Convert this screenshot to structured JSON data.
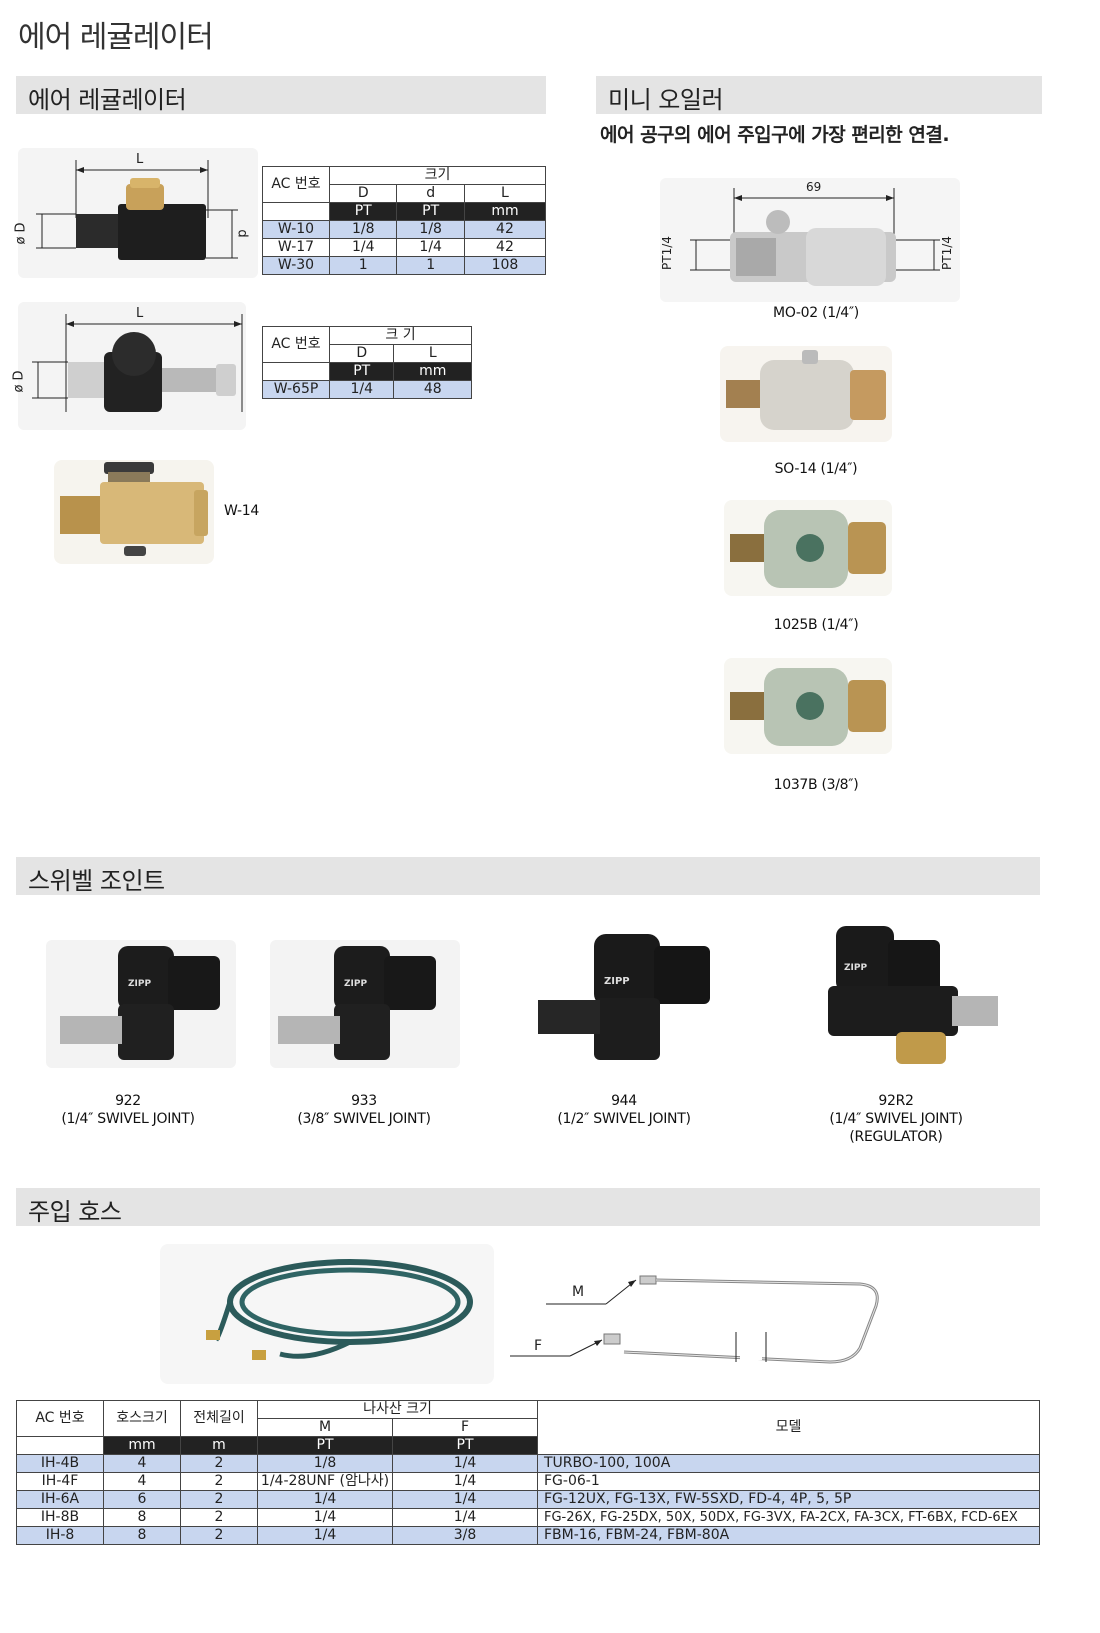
{
  "page_title": "에어 레귤레이터",
  "regulator": {
    "section_title": "에어 레귤레이터",
    "dim_L": "L",
    "dim_D": "ø D",
    "dim_d": "d",
    "table1": {
      "ac_header": "AC 번호",
      "size_header": "크기",
      "col_D": "D",
      "col_d": "d",
      "col_L": "L",
      "unit_D": "PT",
      "unit_d": "PT",
      "unit_L": "mm",
      "rows": [
        {
          "ac": "W-10",
          "D": "1/8",
          "d": "1/8",
          "L": "42"
        },
        {
          "ac": "W-17",
          "D": "1/4",
          "d": "1/4",
          "L": "42"
        },
        {
          "ac": "W-30",
          "D": "1",
          "d": "1",
          "L": "108"
        }
      ]
    },
    "table2": {
      "ac_header": "AC 번호",
      "size_header": "크 기",
      "col_D": "D",
      "col_L": "L",
      "unit_D": "PT",
      "unit_L": "mm",
      "rows": [
        {
          "ac": "W-65P",
          "D": "1/4",
          "L": "48"
        }
      ]
    },
    "w14_label": "W-14"
  },
  "oiler": {
    "section_title": "미니 오일러",
    "subtitle": "에어 공구의 에어 주입구에 가장 편리한 연결.",
    "dim_69": "69",
    "dim_pt": "PT1/4",
    "items": [
      {
        "label": "MO-02 (1/4″)"
      },
      {
        "label": "SO-14 (1/4″)"
      },
      {
        "label": "1025B (1/4″)"
      },
      {
        "label": "1037B (3/8″)"
      }
    ]
  },
  "swivel": {
    "section_title": "스위벨 조인트",
    "brand": "ZIPP",
    "items": [
      {
        "code": "922",
        "desc": "(1/4″ SWIVEL JOINT)",
        "extra": ""
      },
      {
        "code": "933",
        "desc": "(3/8″ SWIVEL JOINT)",
        "extra": ""
      },
      {
        "code": "944",
        "desc": "(1/2″ SWIVEL JOINT)",
        "extra": ""
      },
      {
        "code": "92R2",
        "desc": "(1/4″ SWIVEL JOINT)",
        "extra": "(REGULATOR)"
      }
    ]
  },
  "hose": {
    "section_title": "주입 호스",
    "label_M": "M",
    "label_F": "F",
    "table": {
      "ac_header": "AC 번호",
      "hose_size": "호스크기",
      "total_len": "전체길이",
      "thread_size": "나사산  크기",
      "col_M": "M",
      "col_F": "F",
      "model": "모델",
      "unit_hose": "mm",
      "unit_len": "m",
      "unit_M": "PT",
      "unit_F": "PT",
      "rows": [
        {
          "ac": "IH-4B",
          "hose": "4",
          "len": "2",
          "M": "1/8",
          "F": "1/4",
          "model": "TURBO-100, 100A"
        },
        {
          "ac": "IH-4F",
          "hose": "4",
          "len": "2",
          "M": "1/4-28UNF (암나사)",
          "F": "1/4",
          "model": "FG-06-1"
        },
        {
          "ac": "IH-6A",
          "hose": "6",
          "len": "2",
          "M": "1/4",
          "F": "1/4",
          "model": "FG-12UX, FG-13X, FW-5SXD, FD-4, 4P, 5, 5P"
        },
        {
          "ac": "IH-8B",
          "hose": "8",
          "len": "2",
          "M": "1/4",
          "F": "1/4",
          "model": "FG-26X, FG-25DX, 50X, 50DX, FG-3VX, FA-2CX, FA-3CX, FT-6BX, FCD-6EX"
        },
        {
          "ac": "IH-8",
          "hose": "8",
          "len": "2",
          "M": "1/4",
          "F": "3/8",
          "model": "FBM-16, FBM-24, FBM-80A"
        }
      ]
    }
  }
}
